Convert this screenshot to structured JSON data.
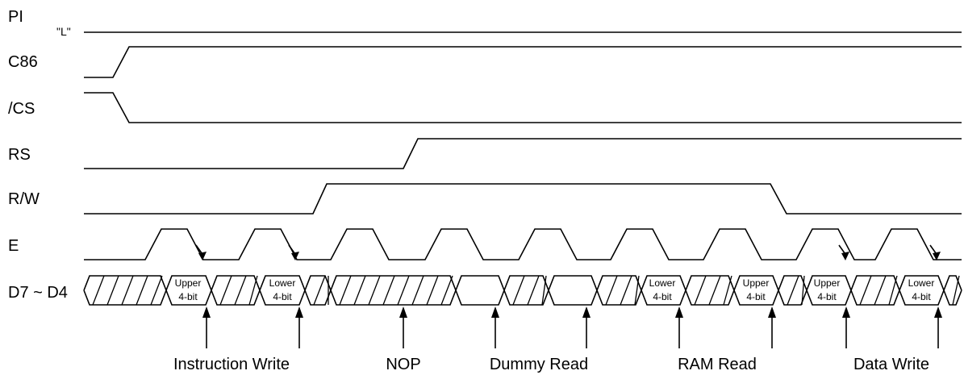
{
  "signals": {
    "pi": "PI",
    "pi_level": "\"L\"",
    "c86": "C86",
    "cs": "/CS",
    "rs": "RS",
    "rw": "R/W",
    "e": "E",
    "data": "D7 ~ D4"
  },
  "data_cells": [
    {
      "line1": "Upper",
      "line2": "4-bit"
    },
    {
      "line1": "Lower",
      "line2": "4-bit"
    },
    {
      "line1": "Lower",
      "line2": "4-bit"
    },
    {
      "line1": "Upper",
      "line2": "4-bit"
    },
    {
      "line1": "Upper",
      "line2": "4-bit"
    },
    {
      "line1": "Lower",
      "line2": "4-bit"
    }
  ],
  "operations": [
    "Instruction Write",
    "NOP",
    "Dummy Read",
    "RAM Read",
    "Data Write"
  ]
}
